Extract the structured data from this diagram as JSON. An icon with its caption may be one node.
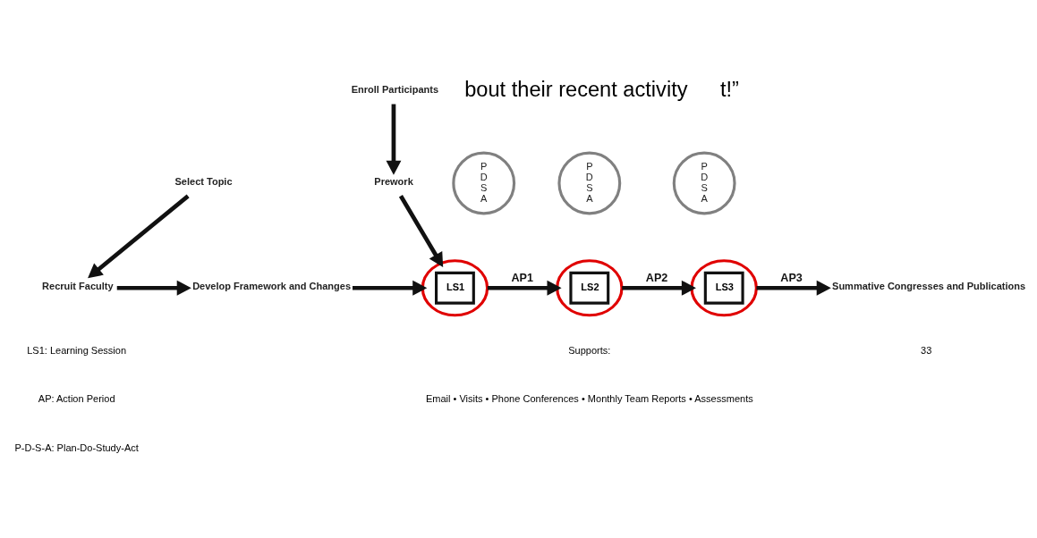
{
  "diagram": {
    "nodes": [
      {
        "text": [
          "Enroll Participants"
        ]
      },
      {
        "text": [
          "Prework"
        ]
      },
      {
        "text": [
          "Select Topic"
        ]
      },
      {
        "text": [
          "Recruit Faculty"
        ]
      },
      {
        "text": [
          "Develop Framework and Changes"
        ]
      },
      {
        "text": [
          "LS1"
        ]
      },
      {
        "text": [
          "LS2"
        ]
      },
      {
        "text": [
          "LS3"
        ]
      },
      {
        "text": [
          "Summative Congresses and Publications"
        ]
      },
      {
        "text": [
          "P",
          "D",
          "S",
          "A"
        ]
      },
      {
        "text": [
          "P",
          "D",
          "S",
          "A"
        ]
      },
      {
        "text": [
          "P",
          "D",
          "S",
          "A"
        ]
      }
    ],
    "edges": [
      {
        "from": 0,
        "to": 1,
        "arrow": "to"
      },
      {
        "from": 1,
        "to": 5,
        "arrow": "to"
      },
      {
        "from": 2,
        "to": 3,
        "arrow": "to"
      },
      {
        "from": 3,
        "to": 4,
        "arrow": "to"
      },
      {
        "from": 4,
        "to": 5,
        "arrow": "to"
      },
      {
        "from": 5,
        "to": 6,
        "arrow": "to",
        "label": "AP1"
      },
      {
        "from": 6,
        "to": 7,
        "arrow": "to",
        "label": "AP2"
      },
      {
        "from": 7,
        "to": 8,
        "arrow": "to",
        "label": "AP3"
      }
    ],
    "labels": [
      "bout their recent activity",
      "t!”",
      "33",
      "LS1: Learning Session",
      "AP: Action Period",
      "P-D-S-A: Plan-Do-Study-Act",
      "Supports:",
      "Email • Visits • Phone Conferences • Monthly Team Reports • Assessments"
    ]
  }
}
